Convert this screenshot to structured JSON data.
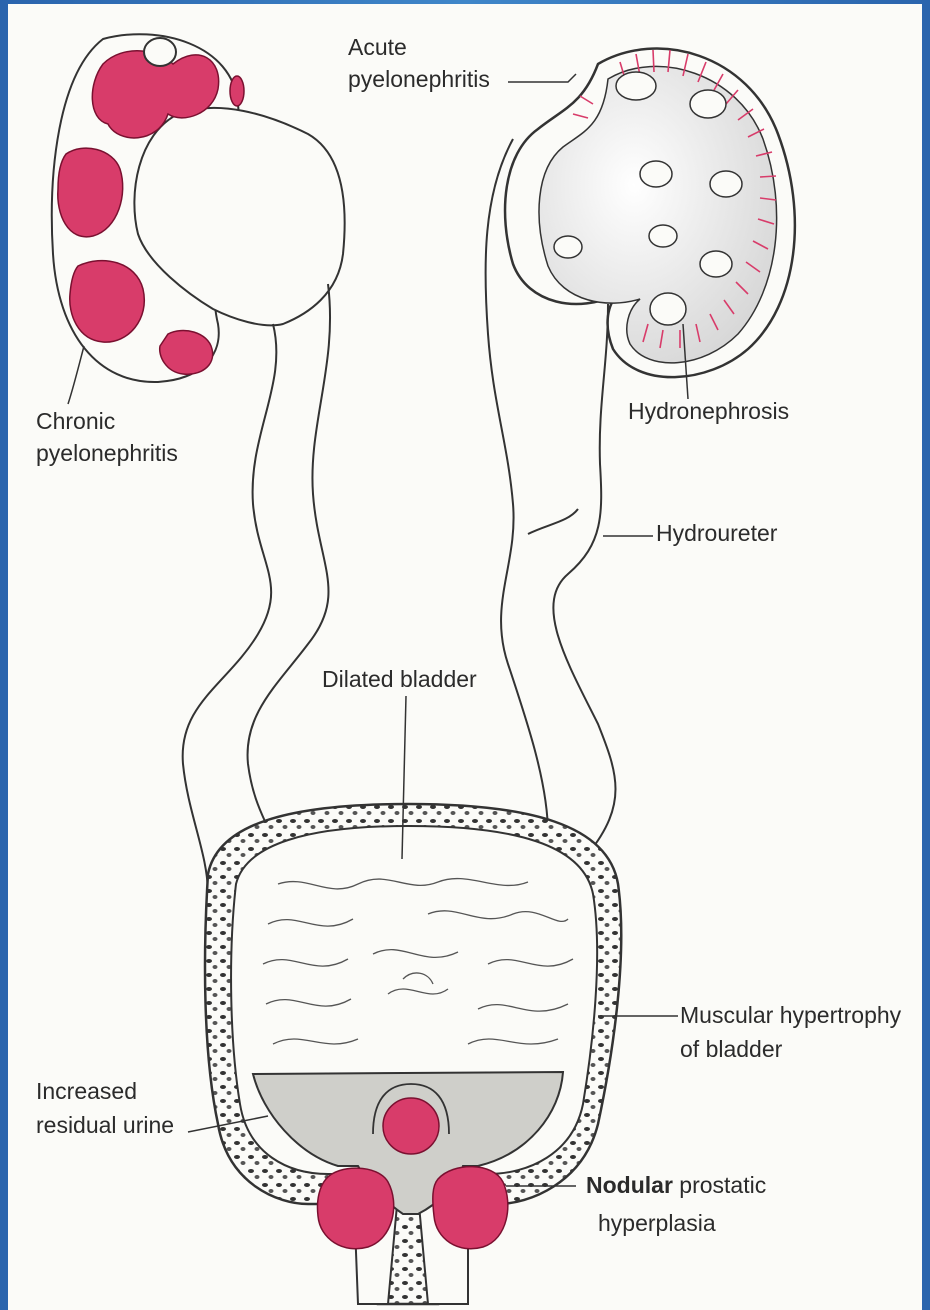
{
  "labels": {
    "acute_line1": "Acute",
    "acute_line2": "pyelonephritis",
    "chronic_line1": "Chronic",
    "chronic_line2": "pyelonephritis",
    "hydronephrosis": "Hydronephrosis",
    "hydroureter": "Hydroureter",
    "dilated_bladder": "Dilated bladder",
    "muscular_line1": "Muscular hypertrophy",
    "muscular_line2": "of bladder",
    "residual_line1": "Increased",
    "residual_line2": "residual urine",
    "nodular_bold": "Nodular",
    "nodular_rest": " prostatic",
    "nodular_line2": "hyperplasia"
  },
  "colors": {
    "frame": "#2f6fb5",
    "paper": "#fbfbf8",
    "ink": "#2b2b2b",
    "lesion": "#d83c6a",
    "urine": "#cfcfca"
  }
}
